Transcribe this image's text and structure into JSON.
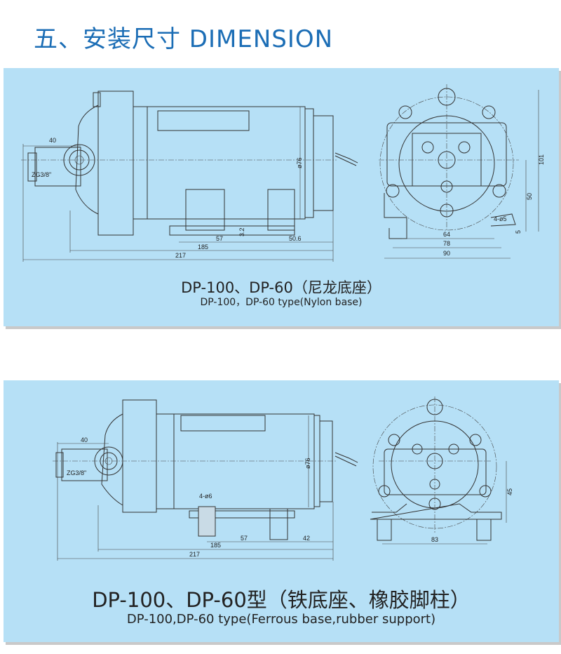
{
  "title": "五、安装尺寸 DIMENSION",
  "panels": [
    {
      "caption_cn": "DP-100、DP-60（尼龙底座）",
      "caption_en": "DP-100，DP-60 type(Nylon base)",
      "dims": {
        "d40": "40",
        "thread": "ZG3/8\"",
        "dia": "ø76",
        "d3_2": "3.2",
        "d57": "57",
        "d50_6": "50.6",
        "d185": "185",
        "d217": "217",
        "d101": "101",
        "d50": "50",
        "d4o5": "4-ø5",
        "d5": "5",
        "d64": "64",
        "d78": "78",
        "d90": "90"
      }
    },
    {
      "caption_cn": "DP-100、DP-60型（铁底座、橡胶脚柱）",
      "caption_en": "DP-100,DP-60 type(Ferrous base,rubber support)",
      "dims": {
        "d40": "40",
        "thread": "ZG3/8\"",
        "dia": "ø76",
        "d4o6": "4-ø6",
        "d57": "57",
        "d42": "42",
        "d185": "185",
        "d217": "217",
        "d45": "45",
        "d83": "83"
      }
    }
  ]
}
